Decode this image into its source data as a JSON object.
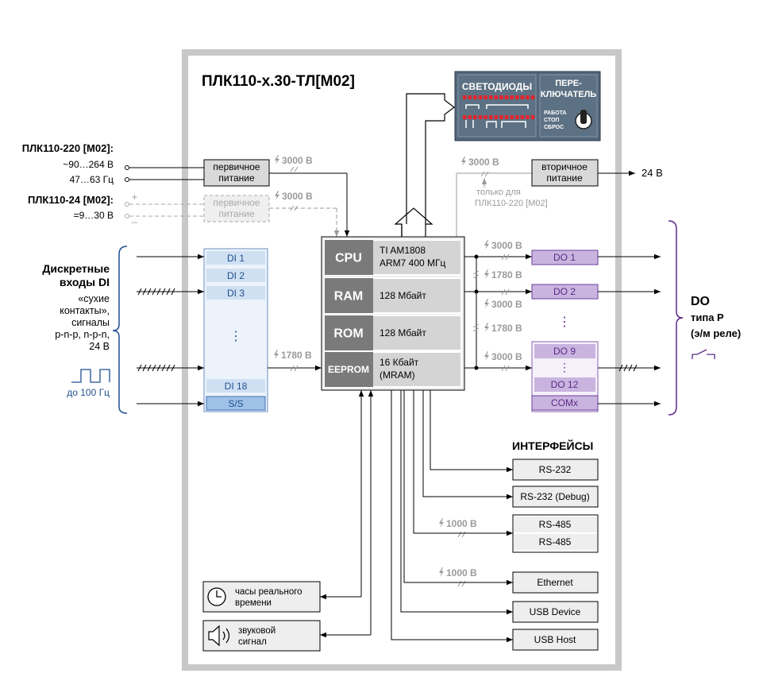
{
  "title": "ПЛК110-х.30-ТЛ[М02]",
  "leds_label": "СВЕТОДИОДЫ",
  "switch_label": [
    "ПЕРЕ-",
    "КЛЮЧАТЕЛЬ"
  ],
  "switch_states": [
    "РАБОТА",
    "СТОП",
    "СБРОС"
  ],
  "power220": {
    "name": "ПЛК110-220 [М02]:",
    "line1": "~90…264 В",
    "line2": "47…63 Гц"
  },
  "power24": {
    "name": "ПЛК110-24 [М02]:",
    "line1": "=9…30 В",
    "plus": "+",
    "minus": "–"
  },
  "primary_power": [
    "первичное",
    "питание"
  ],
  "secondary_power": [
    "вторичное",
    "питание"
  ],
  "output_24v": "24 В",
  "only_for": [
    "только для",
    "ПЛК110-220 [М02]"
  ],
  "iso": {
    "v3000": "3000 В",
    "v1780": "1780 В",
    "v1000": "1000 В"
  },
  "cpu_rows": [
    {
      "label": "CPU",
      "desc1": "TI AM1808",
      "desc2": "ARM7  400 МГц"
    },
    {
      "label": "RAM",
      "desc1": "128 Мбайт",
      "desc2": ""
    },
    {
      "label": "ROM",
      "desc1": "128 Мбайт",
      "desc2": ""
    },
    {
      "label": "EEPROM",
      "desc1": "16 Кбайт",
      "desc2": "(MRAM)"
    }
  ],
  "di_heading": [
    "Дискретные",
    "входы DI"
  ],
  "di_desc": [
    "«сухие",
    "контакты»,",
    "сигналы",
    "p-n-p, n-p-n,",
    "24 В"
  ],
  "di_freq": "до 100 Гц",
  "di_items": [
    "DI 1",
    "DI 2",
    "DI 3",
    "DI 18",
    "S/S"
  ],
  "dots": "⋮",
  "do_items": [
    "DO 1",
    "DO 2",
    "DO 9",
    "DO 12",
    "COMx"
  ],
  "do_heading": [
    "DO",
    "типа Р",
    "(э/м реле)"
  ],
  "interfaces_title": "ИНТЕРФЕЙСЫ",
  "interfaces": [
    "RS-232",
    "RS-232 (Debug)",
    "RS-485",
    "RS-485",
    "Ethernet",
    "USB Device",
    "USB Host"
  ],
  "rtc": [
    "часы реального",
    "времени"
  ],
  "sound": [
    "звуковой",
    "сигнал"
  ],
  "colors": {
    "frame": "#c8c8c8",
    "blue_fill": "#cfe0f3",
    "blue_stroke": "#3f6fb3",
    "purple_fill": "#c9b4df",
    "purple_stroke": "#6e3f9c",
    "panel": "#53677a",
    "led_red": "#e3252b"
  }
}
